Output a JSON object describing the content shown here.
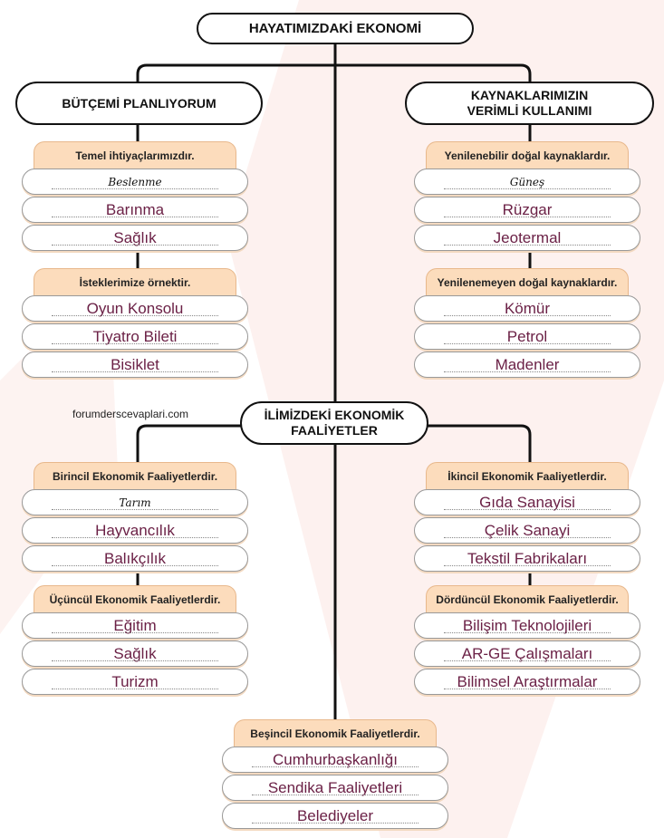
{
  "title": "HAYATIMIZDAKİ EKONOMİ",
  "left_branch": "BÜTÇEMİ PLANLIYORUM",
  "right_branch": [
    "KAYNAKLARIMIZIN",
    "VERİMLİ KULLANIMI"
  ],
  "middle_branch": [
    "İLİMİZDEKİ EKONOMİK",
    "FAALİYETLER"
  ],
  "watermark": "forumderscevaplari.com",
  "groups": {
    "temel": {
      "header": "Temel ihtiyaçlarımızdır.",
      "items": [
        "Beslenme",
        "Barınma",
        "Sağlık"
      ]
    },
    "istek": {
      "header": "İsteklerimize örnektir.",
      "items": [
        "Oyun Konsolu",
        "Tiyatro Bileti",
        "Bisiklet"
      ]
    },
    "yenilenebilir": {
      "header": "Yenilenebilir doğal kaynaklardır.",
      "items": [
        "Güneş",
        "Rüzgar",
        "Jeotermal"
      ]
    },
    "yenilenemeyen": {
      "header": "Yenilenemeyen doğal kaynaklardır.",
      "items": [
        "Kömür",
        "Petrol",
        "Madenler"
      ]
    },
    "birincil": {
      "header": "Birincil Ekonomik Faaliyetlerdir.",
      "items": [
        "Tarım",
        "Hayvancılık",
        "Balıkçılık"
      ]
    },
    "ikincil": {
      "header": "İkincil Ekonomik Faaliyetlerdir.",
      "items": [
        "Gıda Sanayisi",
        "Çelik Sanayi",
        "Tekstil Fabrikaları"
      ]
    },
    "ucuncul": {
      "header": "Üçüncül Ekonomik Faaliyetlerdir.",
      "items": [
        "Eğitim",
        "Sağlık",
        "Turizm"
      ]
    },
    "dorduncul": {
      "header": "Dördüncül Ekonomik Faaliyetlerdir.",
      "items": [
        "Bilişim Teknolojileri",
        "AR-GE Çalışmaları",
        "Bilimsel Araştırmalar"
      ]
    },
    "besincil": {
      "header": "Beşincil Ekonomik Faaliyetlerdir.",
      "items": [
        "Cumhurbaşkanlığı",
        "Sendika Faaliyetleri",
        "Belediyeler"
      ]
    }
  }
}
